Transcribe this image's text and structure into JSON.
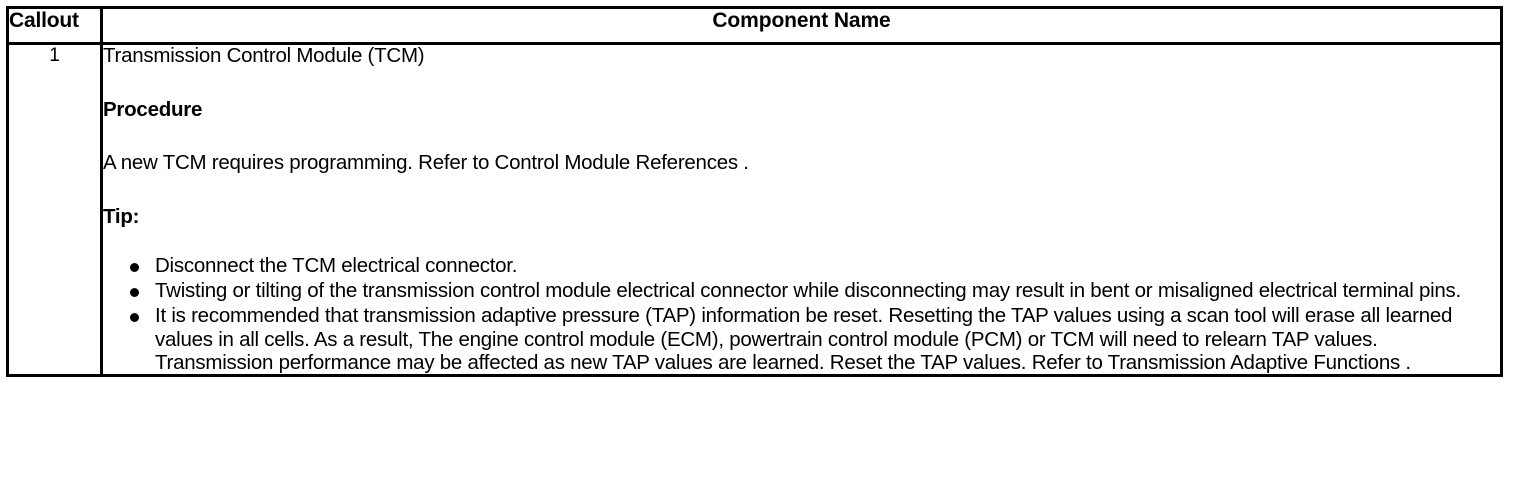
{
  "table": {
    "headers": {
      "callout": "Callout",
      "component_name": "Component Name"
    },
    "rows": [
      {
        "callout": "1",
        "title": "Transmission Control Module (TCM)",
        "procedure_heading": "Procedure",
        "procedure_text": "A new TCM requires programming. Refer to Control Module References .",
        "tip_heading": "Tip:",
        "tip_bullets": [
          "Disconnect the TCM electrical connector.",
          "Twisting or tilting of the transmission control module electrical connector while disconnecting may result in bent or misaligned electrical terminal pins.",
          "It is recommended that transmission adaptive pressure (TAP) information be reset. Resetting the TAP values using a scan tool will erase all learned values in all cells. As a result, The engine control module (ECM), powertrain control module (PCM) or TCM will need to relearn TAP values. Transmission performance may be affected as new TAP values are learned. Reset the TAP values. Refer to Transmission Adaptive Functions ."
        ]
      }
    ]
  },
  "style": {
    "border_color": "#000000",
    "text_color": "#000000",
    "background_color": "#ffffff"
  }
}
